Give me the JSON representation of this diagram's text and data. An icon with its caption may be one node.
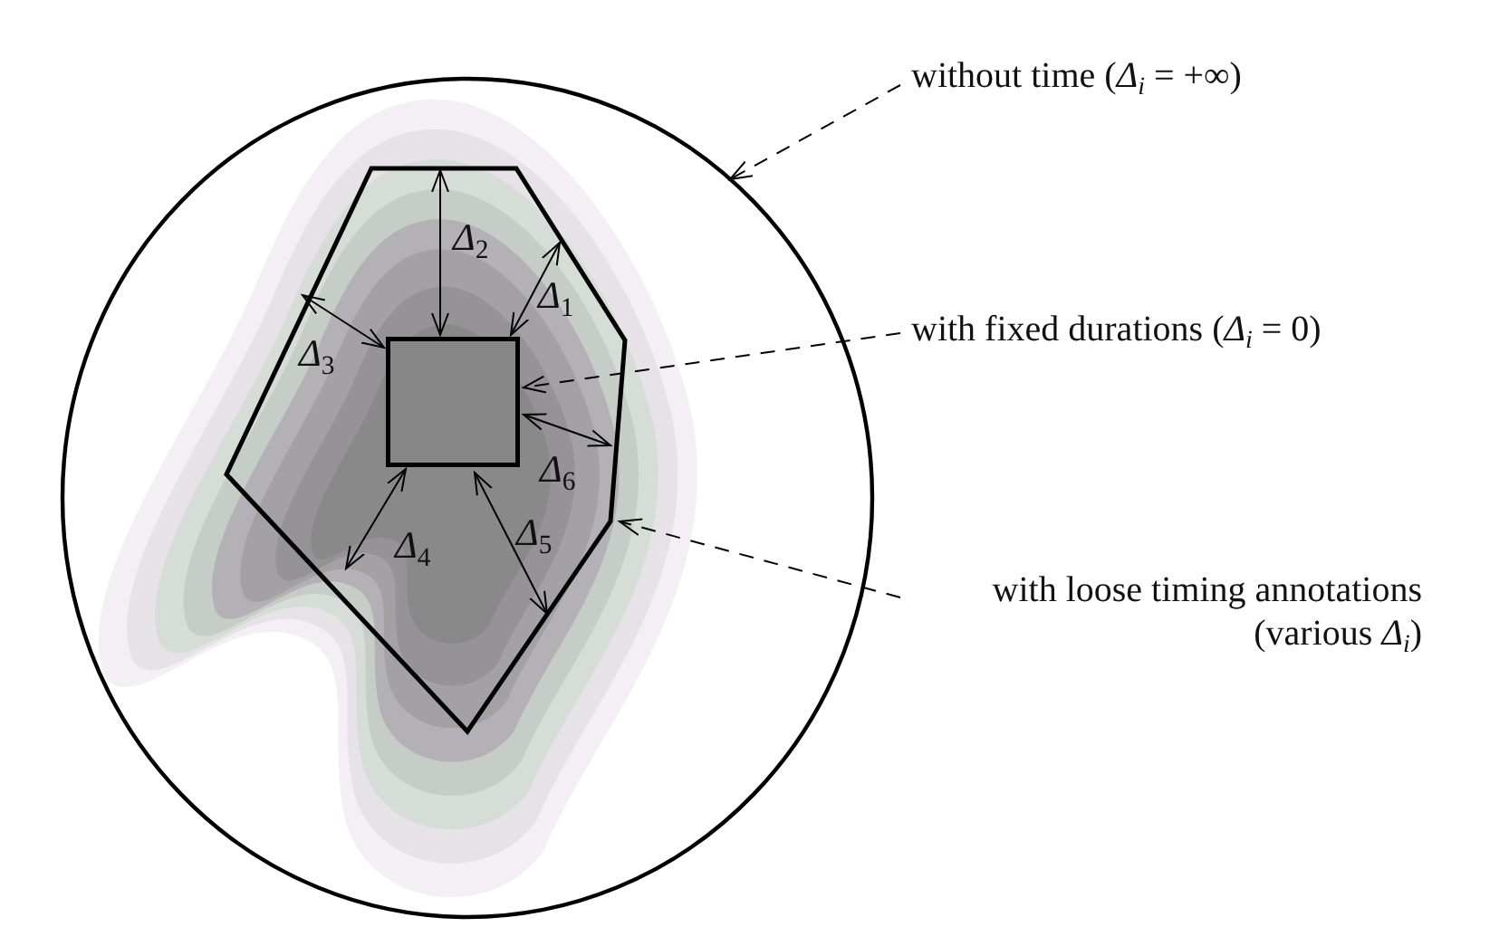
{
  "diagram": {
    "nodes": [
      {
        "text": [],
        "shape": "circle"
      },
      {
        "text": [],
        "shape": "polygon",
        "in": 0
      },
      {
        "text": [],
        "shape": "box",
        "in": 1
      },
      {
        "text": [
          "without time (*Δ*$_{i}$ = +∞)"
        ]
      },
      {
        "text": [
          "with fixed durations (*Δ*$_{i}$ = 0)"
        ]
      },
      {
        "text": [
          "with loose timing annotations (various *Δ*$_{i}$)"
        ]
      }
    ],
    "edges": [
      {
        "from": 3,
        "to": 0,
        "arrow": "to",
        "style": "dashed"
      },
      {
        "from": 4,
        "to": 2,
        "arrow": "to",
        "style": "dashed"
      },
      {
        "from": 5,
        "to": 1,
        "arrow": "to",
        "style": "dashed"
      },
      {
        "from": 2,
        "to": 1,
        "arrow": "both",
        "label": "Δ$_{2}$"
      },
      {
        "from": 2,
        "to": 1,
        "arrow": "both",
        "label": "Δ$_{1}$"
      },
      {
        "from": 2,
        "to": 1,
        "arrow": "both",
        "label": "Δ$_{3}$"
      },
      {
        "from": 2,
        "to": 1,
        "arrow": "both",
        "label": "Δ$_{6}$"
      },
      {
        "from": 2,
        "to": 1,
        "arrow": "both",
        "label": "Δ$_{5}$"
      },
      {
        "from": 2,
        "to": 1,
        "arrow": "both",
        "label": "Δ$_{4}$"
      }
    ]
  }
}
